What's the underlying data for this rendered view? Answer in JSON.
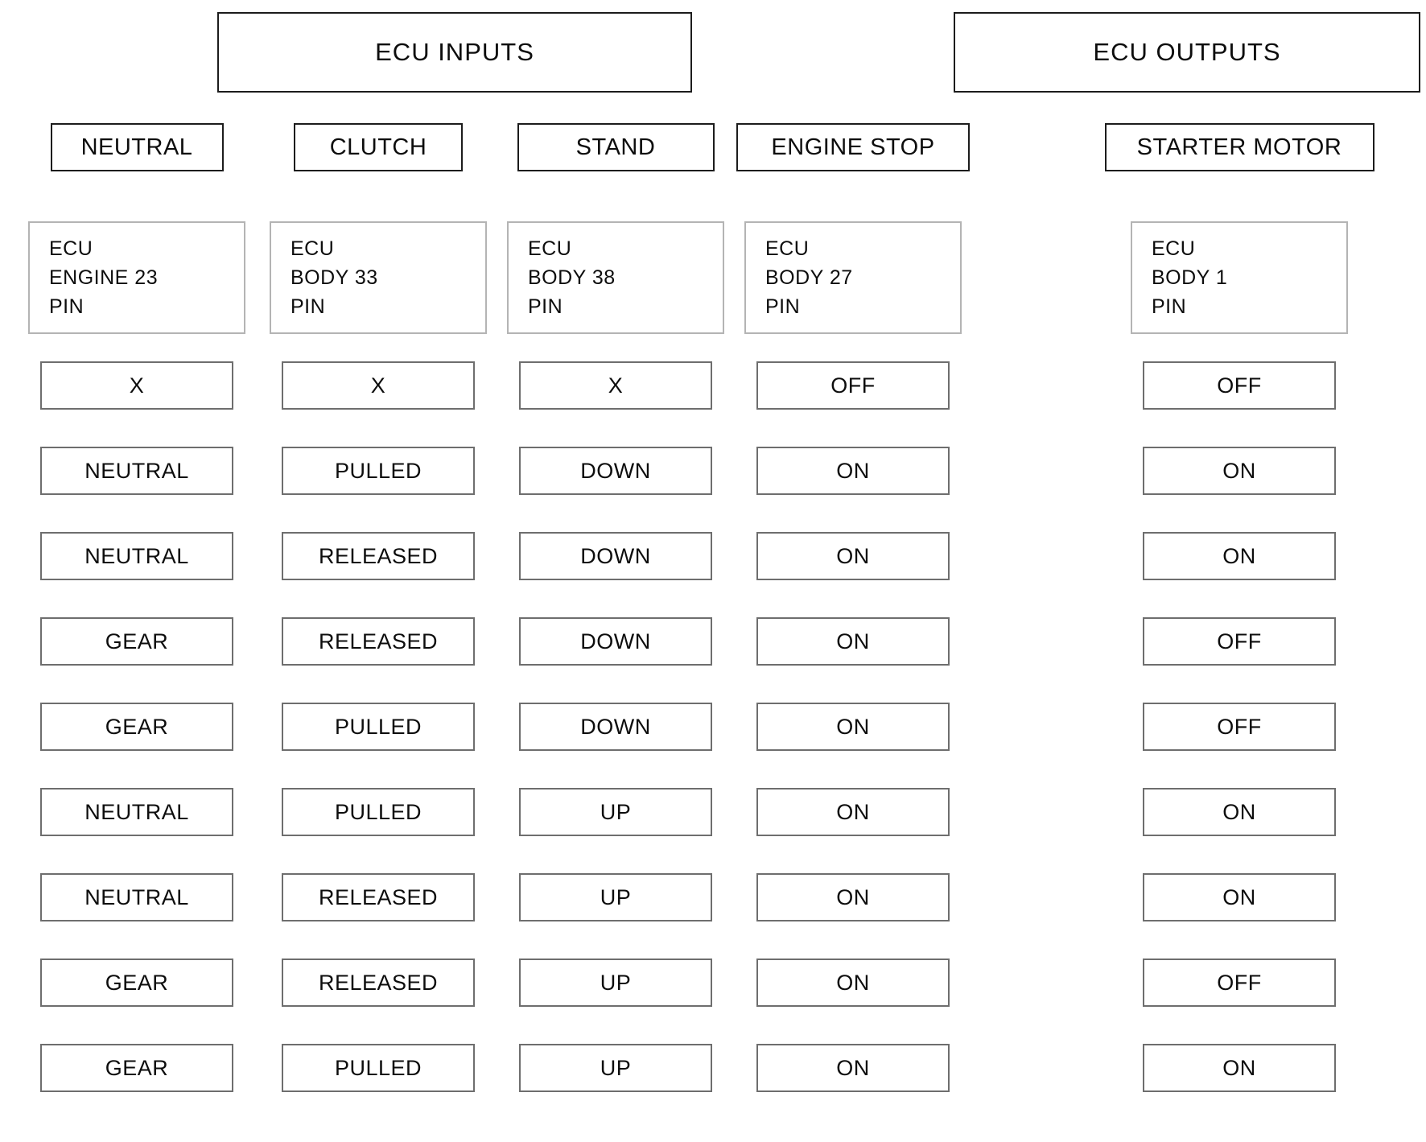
{
  "headers": {
    "inputs": "ECU INPUTS",
    "outputs": "ECU OUTPUTS"
  },
  "columns": [
    {
      "label": "NEUTRAL",
      "pin": "ECU\nENGINE 23\nPIN"
    },
    {
      "label": "CLUTCH",
      "pin": "ECU\nBODY 33\nPIN"
    },
    {
      "label": "STAND",
      "pin": "ECU\nBODY 38\nPIN"
    },
    {
      "label": "ENGINE STOP",
      "pin": "ECU\nBODY 27\nPIN"
    },
    {
      "label": "STARTER MOTOR",
      "pin": "ECU\nBODY 1\nPIN"
    }
  ],
  "rows": [
    [
      "X",
      "X",
      "X",
      "OFF",
      "OFF"
    ],
    [
      "NEUTRAL",
      "PULLED",
      "DOWN",
      "ON",
      "ON"
    ],
    [
      "NEUTRAL",
      "RELEASED",
      "DOWN",
      "ON",
      "ON"
    ],
    [
      "GEAR",
      "RELEASED",
      "DOWN",
      "ON",
      "OFF"
    ],
    [
      "GEAR",
      "PULLED",
      "DOWN",
      "ON",
      "OFF"
    ],
    [
      "NEUTRAL",
      "PULLED",
      "UP",
      "ON",
      "ON"
    ],
    [
      "NEUTRAL",
      "RELEASED",
      "UP",
      "ON",
      "ON"
    ],
    [
      "GEAR",
      "RELEASED",
      "UP",
      "ON",
      "OFF"
    ],
    [
      "GEAR",
      "PULLED",
      "UP",
      "ON",
      "ON"
    ]
  ]
}
